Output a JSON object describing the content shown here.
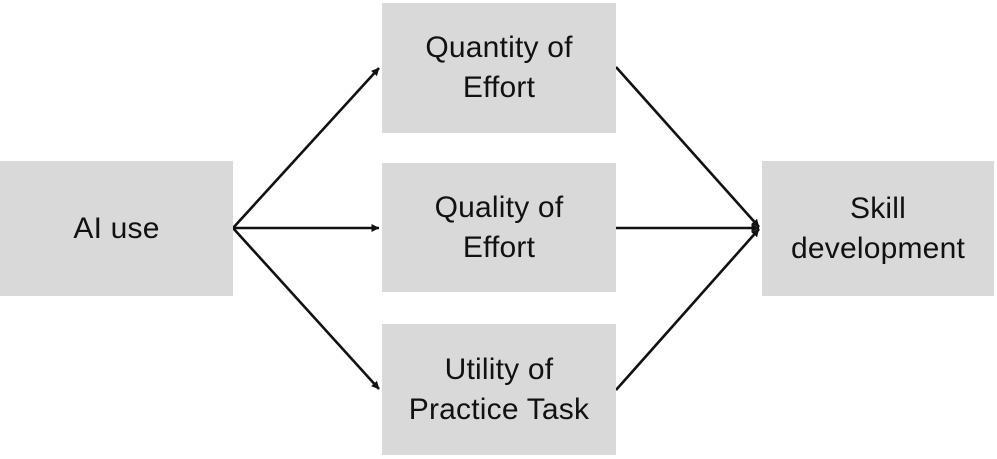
{
  "diagram": {
    "type": "path-model",
    "box_fill_color": "#d9d9d9",
    "text_color": "#111111",
    "arrow_color": "#111111",
    "nodes": {
      "ai_use": {
        "label": "AI use"
      },
      "quantity": {
        "label": "Quantity of\nEffort"
      },
      "quality": {
        "label": "Quality of\nEffort"
      },
      "utility": {
        "label": "Utility of\nPractice Task"
      },
      "skill": {
        "label": "Skill\ndevelopment"
      }
    },
    "edges": [
      {
        "from": "ai_use",
        "to": "quantity"
      },
      {
        "from": "ai_use",
        "to": "quality"
      },
      {
        "from": "ai_use",
        "to": "utility"
      },
      {
        "from": "quantity",
        "to": "skill"
      },
      {
        "from": "quality",
        "to": "skill"
      },
      {
        "from": "utility",
        "to": "skill"
      }
    ]
  }
}
